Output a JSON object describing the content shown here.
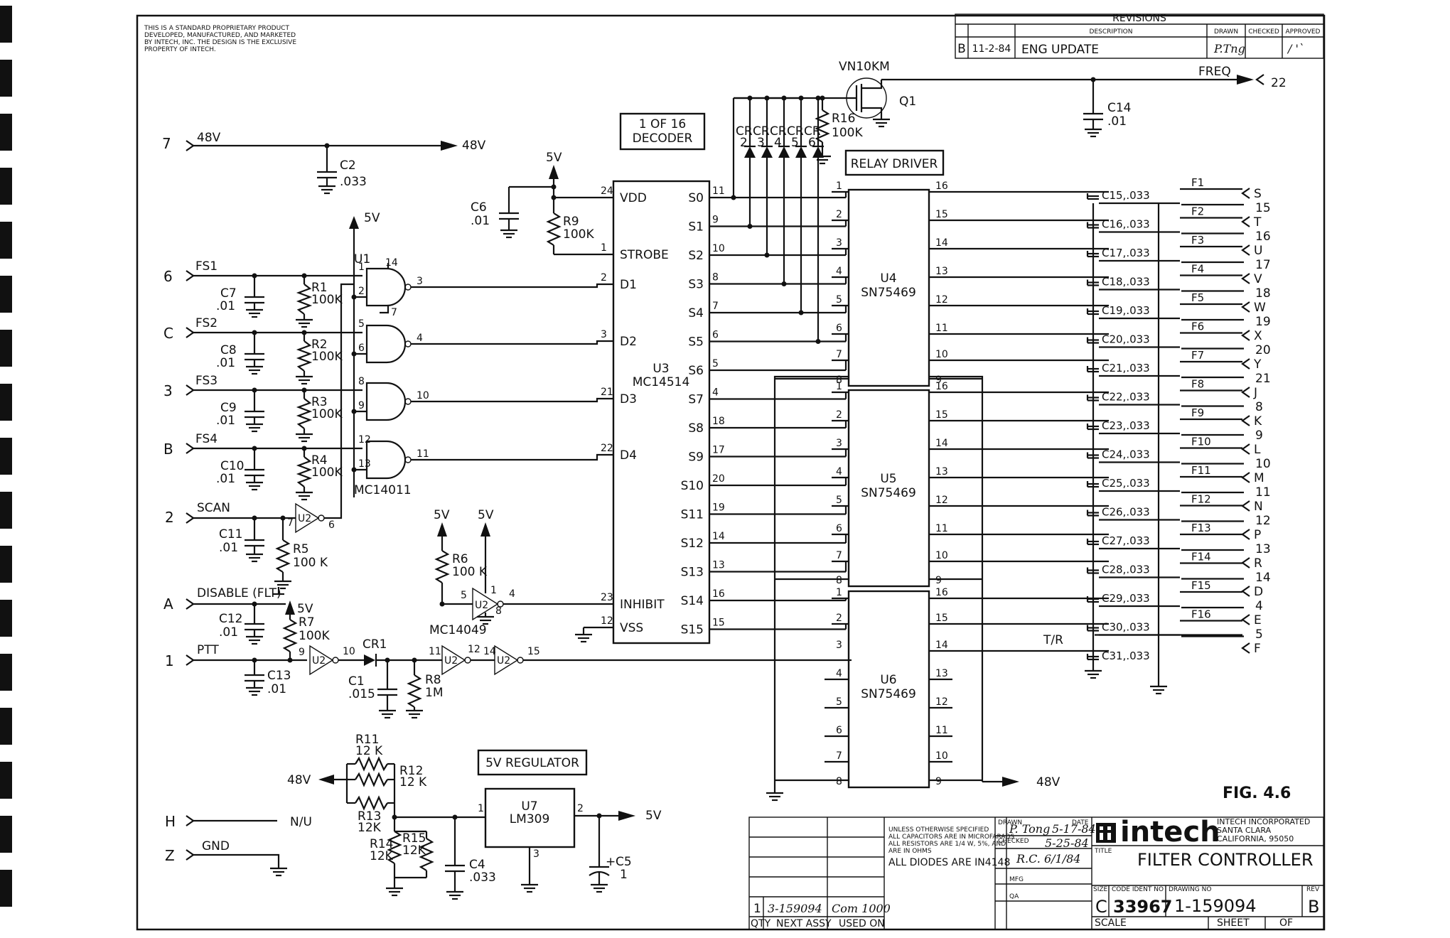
{
  "notice": [
    "THIS IS A STANDARD PROPRIETARY PRODUCT",
    "DEVELOPED, MANUFACTURED, AND MARKETED",
    "BY INTECH, INC. THE DESIGN IS THE EXCLUSIVE",
    "PROPERTY OF INTECH."
  ],
  "revisions": {
    "title": "REVISIONS",
    "headers": {
      "description": "DESCRIPTION",
      "drawn": "DRAWN",
      "checked": "CHECKED",
      "approved": "APPROVED"
    },
    "row": {
      "letter": "B",
      "date": "11-2-84",
      "description": "ENG UPDATE",
      "drawn": "P.Tng",
      "approved": "/ '`"
    }
  },
  "left_connectors": [
    {
      "pin": "7",
      "signal": "48V"
    },
    {
      "pin": "6",
      "signal": "FS1"
    },
    {
      "pin": "C",
      "signal": "FS2"
    },
    {
      "pin": "3",
      "signal": "FS3"
    },
    {
      "pin": "B",
      "signal": "FS4"
    },
    {
      "pin": "2",
      "signal": "SCAN"
    },
    {
      "pin": "A",
      "signal": "DISABLE (FLT)"
    },
    {
      "pin": "1",
      "signal": "PTT"
    },
    {
      "pin": "H",
      "signal": "N/U"
    },
    {
      "pin": "Z",
      "signal": "GND"
    }
  ],
  "input_parts": {
    "caps": [
      {
        "ref": "C7",
        "val": ".01"
      },
      {
        "ref": "C8",
        "val": ".01"
      },
      {
        "ref": "C9",
        "val": ".01"
      },
      {
        "ref": "C10",
        "val": ".01"
      },
      {
        "ref": "C11",
        "val": ".01"
      },
      {
        "ref": "C12",
        "val": ".01"
      },
      {
        "ref": "C13",
        "val": ".01"
      }
    ],
    "resistors": [
      {
        "ref": "R1",
        "val": "100K"
      },
      {
        "ref": "R2",
        "val": "100K"
      },
      {
        "ref": "R3",
        "val": "100K"
      },
      {
        "ref": "R4",
        "val": "100K"
      }
    ],
    "gate_pins": [
      {
        "a": "1",
        "b": "2",
        "out": "3",
        "vcc": "14",
        "gnd": "7"
      },
      {
        "a": "5",
        "b": "6",
        "out": "4"
      },
      {
        "a": "8",
        "b": "9",
        "out": "10"
      },
      {
        "a": "12",
        "b": "13",
        "out": "11"
      }
    ],
    "u1": "U1",
    "mc14011": "MC14011"
  },
  "c2": {
    "ref": "C2",
    "val": ".033"
  },
  "out48v": "48V",
  "misc": {
    "r5": "R5",
    "r5v": "100 K",
    "r6": "R6",
    "r6v": "100 K",
    "r7": "R7",
    "r7v": "100K",
    "r8": "R8",
    "r8v": "1M",
    "r9": "R9",
    "r9v": "100K",
    "c1": "C1",
    "c1v": ".015",
    "c6": "C6",
    "c6v": ".01",
    "cr1": "CR1",
    "v5": "5V",
    "u2": "U2",
    "mc14049": "MC14049",
    "p7": "7",
    "p6": "6",
    "p5": "5",
    "p4": "4",
    "p1": "1",
    "p8": "8",
    "p9": "9",
    "p10": "10",
    "p11": "11",
    "p12": "12",
    "p14": "14",
    "p15": "15"
  },
  "decoder": {
    "label": [
      "1 OF 16",
      "DECODER"
    ],
    "ref": "U3",
    "part": "MC14514",
    "left_pins": [
      {
        "num": "24",
        "name": "VDD"
      },
      {
        "num": "1",
        "name": "STROBE"
      },
      {
        "num": "2",
        "name": "D1"
      },
      {
        "num": "3",
        "name": "D2"
      },
      {
        "num": "21",
        "name": "D3"
      },
      {
        "num": "22",
        "name": "D4"
      },
      {
        "num": "23",
        "name": "INHIBIT"
      },
      {
        "num": "12",
        "name": "VSS"
      }
    ],
    "outputs": [
      {
        "name": "S0",
        "num": "11"
      },
      {
        "name": "S1",
        "num": "9"
      },
      {
        "name": "S2",
        "num": "10"
      },
      {
        "name": "S3",
        "num": "8"
      },
      {
        "name": "S4",
        "num": "7"
      },
      {
        "name": "S5",
        "num": "6"
      },
      {
        "name": "S6",
        "num": "5"
      },
      {
        "name": "S7",
        "num": "4"
      },
      {
        "name": "S8",
        "num": "18"
      },
      {
        "name": "S9",
        "num": "17"
      },
      {
        "name": "S10",
        "num": "20"
      },
      {
        "name": "S11",
        "num": "19"
      },
      {
        "name": "S12",
        "num": "14"
      },
      {
        "name": "S13",
        "num": "13"
      },
      {
        "name": "S14",
        "num": "16"
      },
      {
        "name": "S15",
        "num": "15"
      }
    ]
  },
  "relay_driver": {
    "label": "RELAY DRIVER",
    "part": "SN75469",
    "refs": [
      "U4",
      "U5",
      "U6"
    ],
    "in_pins": [
      "1",
      "2",
      "3",
      "4",
      "5",
      "6",
      "7"
    ],
    "out_pins": [
      "16",
      "15",
      "14",
      "13",
      "12",
      "11",
      "10"
    ],
    "p8": "8",
    "p9": "9"
  },
  "top": {
    "q1": "Q1",
    "q1_part": "VN10KM",
    "crs": [
      "CR 2",
      "CR 3",
      "CR 4",
      "CR 5",
      "CR 6"
    ],
    "r16": "R16",
    "r16v": "100K",
    "c14": "C14",
    "c14v": ".01",
    "freq": "FREQ",
    "freq_pin": "22"
  },
  "out_caps": [
    "C15,.033",
    "C16,.033",
    "C17,.033",
    "C18,.033",
    "C19,.033",
    "C20,.033",
    "C21,.033",
    "C22,.033",
    "C23,.033",
    "C24,.033",
    "C25,.033",
    "C26,.033",
    "C27,.033",
    "C28,.033",
    "C29,.033",
    "C30,.033",
    "C31,.033"
  ],
  "filters": [
    "F1",
    "F2",
    "F3",
    "F4",
    "F5",
    "F6",
    "F7",
    "F8",
    "F9",
    "F10",
    "F11",
    "F12",
    "F13",
    "F14",
    "F15",
    "F16"
  ],
  "right_connectors": [
    [
      "S",
      "15"
    ],
    [
      "T",
      "16"
    ],
    [
      "U",
      "17"
    ],
    [
      "V",
      "18"
    ],
    [
      "W",
      "19"
    ],
    [
      "X",
      "20"
    ],
    [
      "Y",
      "21"
    ],
    [
      "J",
      "8"
    ],
    [
      "K",
      "9"
    ],
    [
      "L",
      "10"
    ],
    [
      "M",
      "11"
    ],
    [
      "N",
      "12"
    ],
    [
      "P",
      "13"
    ],
    [
      "R",
      "14"
    ],
    [
      "D",
      "4"
    ],
    [
      "E",
      "5"
    ],
    [
      "F",
      ""
    ]
  ],
  "tr": "T/R",
  "out48v_bottom": "48V",
  "regulator": {
    "label": "5V REGULATOR",
    "ref": "U7",
    "part": "LM309",
    "pin1": "1",
    "pin2": "2",
    "pin3": "3",
    "out": "5V",
    "in": "48V",
    "r11": "R11",
    "r11v": "12 K",
    "r12": "R12",
    "r12v": "12 K",
    "r13": "R13",
    "r13v": "12K",
    "r14": "R14",
    "r14v": "12K",
    "r15": "R15",
    "r15v": "12K",
    "c4": "C4",
    "c4v": ".033",
    "c5": "C5",
    "c5v": "1",
    "plus": "+"
  },
  "fig": "FIG. 4.6",
  "title_block": {
    "notes": [
      "UNLESS OTHERWISE SPECIFIED",
      "ALL CAPACITORS ARE IN MICROFARADS",
      "ALL RESISTORS ARE 1/4 W, 5%, AND",
      "ARE IN OHMS"
    ],
    "diodes": "ALL DIODES ARE IN4148",
    "drawn": "DRAWN",
    "checked": "CHECKED",
    "date": "DATE",
    "drawn_sig": "P. Tong",
    "drawn_date": "5-17-84",
    "checked_sig": "",
    "checked_date": "5-25-84",
    "approved_sig": "R.C. 6/1/84",
    "mfg": "MFG",
    "qa": "QA",
    "company": [
      "INTECH INCORPORATED",
      "SANTA CLARA",
      "CALIFORNIA, 95050"
    ],
    "logo": "intech",
    "title_label": "TITLE",
    "title": "FILTER CONTROLLER",
    "size_label": "SIZE",
    "code_label": "CODE IDENT NO",
    "dwg_label": "DRAWING NO",
    "rev_label": "REV",
    "size": "C",
    "code": "33967",
    "drawing_no": "1-159094",
    "rev": "B",
    "scale": "SCALE",
    "sheet": "SHEET",
    "of": "OF",
    "qty": "QTY",
    "next_assy": "NEXT ASSY",
    "used_on": "USED ON",
    "assy_row": {
      "qty": "1",
      "next": "3-159094",
      "used": "Com 1000"
    }
  }
}
